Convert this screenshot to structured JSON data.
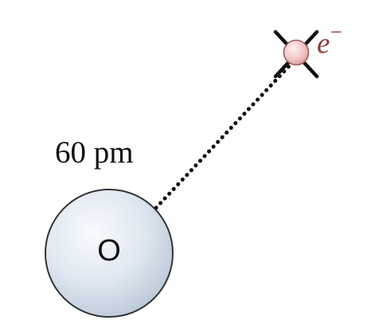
{
  "diagram": {
    "distance_label": "60 pm",
    "nucleus_symbol": "O",
    "electron_symbol": "e",
    "electron_charge": "−"
  },
  "colors": {
    "nucleus_fill": "#dde6ef",
    "nucleus_stroke": "#333333",
    "electron_fill": "#f2c6c6",
    "electron_stroke": "#a65c5c",
    "electron_label": "#8f3b3b",
    "dotted_line": "#111111"
  }
}
